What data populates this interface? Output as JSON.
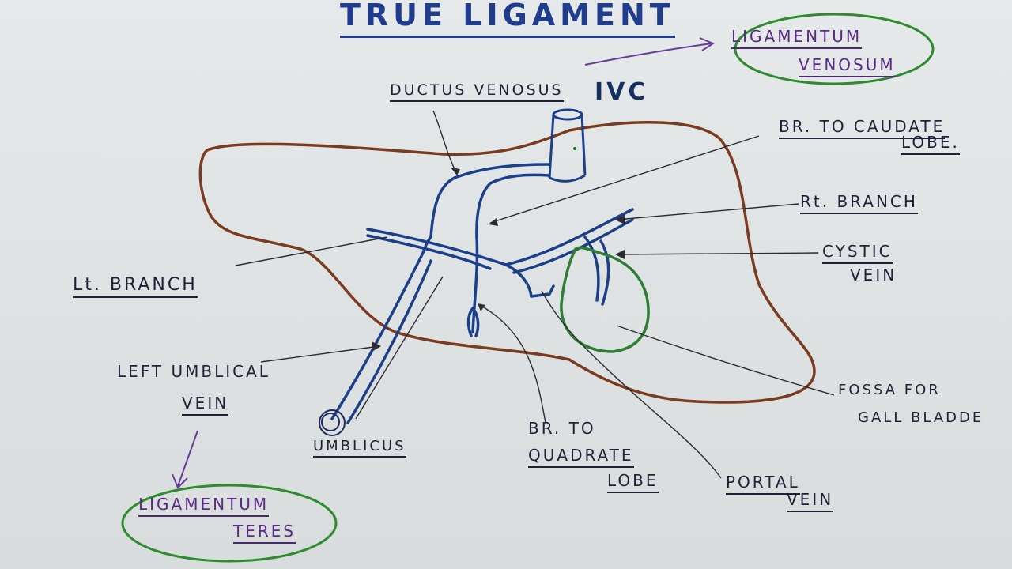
{
  "diagram": {
    "title": "TRUE LIGAMENT",
    "labels": {
      "ductus_venosus": "DUCTUS VENOSUS",
      "ivc": "IVC",
      "ligamentum_venosum_1": "LIGAMENTUM",
      "ligamentum_venosum_2": "VENOSUM",
      "br_caudate_1": "BR. TO CAUDATE",
      "br_caudate_2": "LOBE.",
      "rt_branch": "Rt. BRANCH",
      "cystic_vein_1": "CYSTIC",
      "cystic_vein_2": "VEIN",
      "lt_branch": "Lt. BRANCH",
      "left_umbilical_1": "LEFT UMBLICAL",
      "left_umbilical_2": "VEIN",
      "umblicus": "UMBLICUS",
      "br_quadrate_1": "BR. TO",
      "br_quadrate_2": "QUADRATE",
      "br_quadrate_3": "LOBE",
      "portal_vein_1": "PORTAL",
      "portal_vein_2": "VEIN",
      "fossa_1": "FOSSA FOR",
      "fossa_2": "GALL BLADDE",
      "ligamentum_teres_1": "LIGAMENTUM",
      "ligamentum_teres_2": "TERES"
    },
    "colors": {
      "liver_outline": "#7a3b1e",
      "vessels": "#1c3f8a",
      "gall_bladder": "#2e7d32",
      "highlight_circle": "#2e8b2e",
      "arrow": "#6a3a9a",
      "pointer_lines": "#2b2b33"
    }
  }
}
